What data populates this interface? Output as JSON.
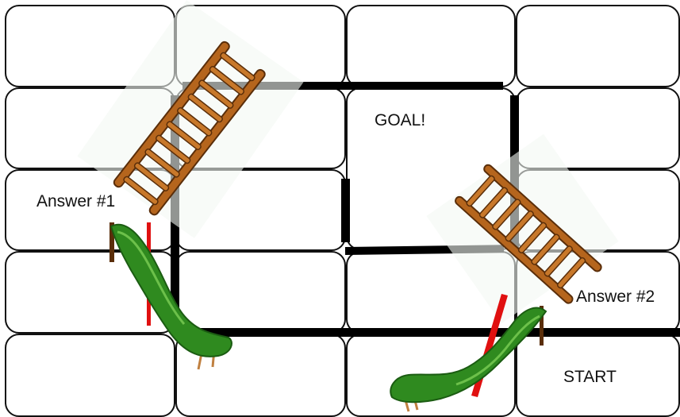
{
  "board": {
    "rows": 5,
    "cols": 4,
    "labels": {
      "goal": "GOAL!",
      "answer1": "Answer #1",
      "answer2": "Answer #2",
      "start": "START"
    }
  },
  "colors": {
    "ladder": "#b5651d",
    "ladder_outline": "#5a2e0a",
    "slide": "#2f8a1f",
    "slide_dark": "#1b5c12",
    "slide_support": "#e01010",
    "wall": "#000000"
  },
  "icons": [
    "ladder-icon",
    "slide-icon"
  ]
}
